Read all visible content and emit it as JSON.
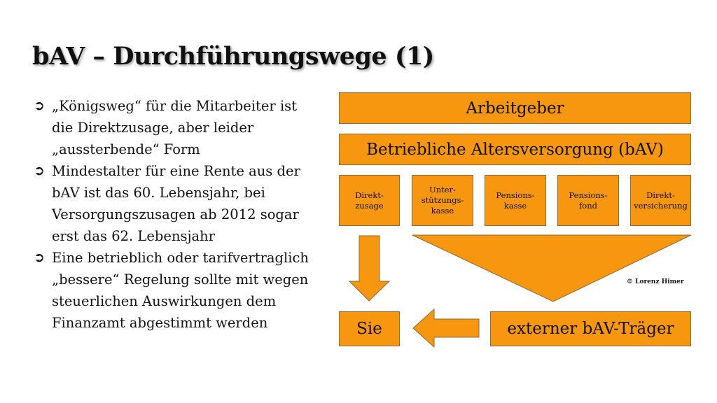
{
  "title": "bAV – Durchführungswege (1)",
  "bullets": [
    {
      "icon": "circle-arrow-right-icon",
      "text": "„Königsweg“ für die Mitarbeiter ist die Direktzusage, aber leider „aussterbende“ Form"
    },
    {
      "icon": "circle-arrow-right-icon",
      "text": "Mindestalter für eine Rente aus der bAV ist das 60. Lebensjahr, bei Versorgungszusagen ab 2012 sogar erst das 62. Lebensjahr"
    },
    {
      "icon": "circle-arrow-right-icon",
      "text": "Eine betrieblich oder tarifvertraglich „bessere“ Regelung sollte mit wegen steuerlichen Auswirkungen dem Finanzamt abgestimmt werden"
    }
  ],
  "diagram": {
    "accent": "#f7960f",
    "employer": "Arbeitgeber",
    "bav": "Betriebliche Altersversorgung (bAV)",
    "ways": [
      "Direkt-\nzusage",
      "Unter-\nstützungs-\nkasse",
      "Pensions-\nkasse",
      "Pensions-\nfond",
      "Direkt-\nversicherung"
    ],
    "you": "Sie",
    "external": "externer bAV-Träger",
    "copyright": "© Lorenz Himer"
  }
}
